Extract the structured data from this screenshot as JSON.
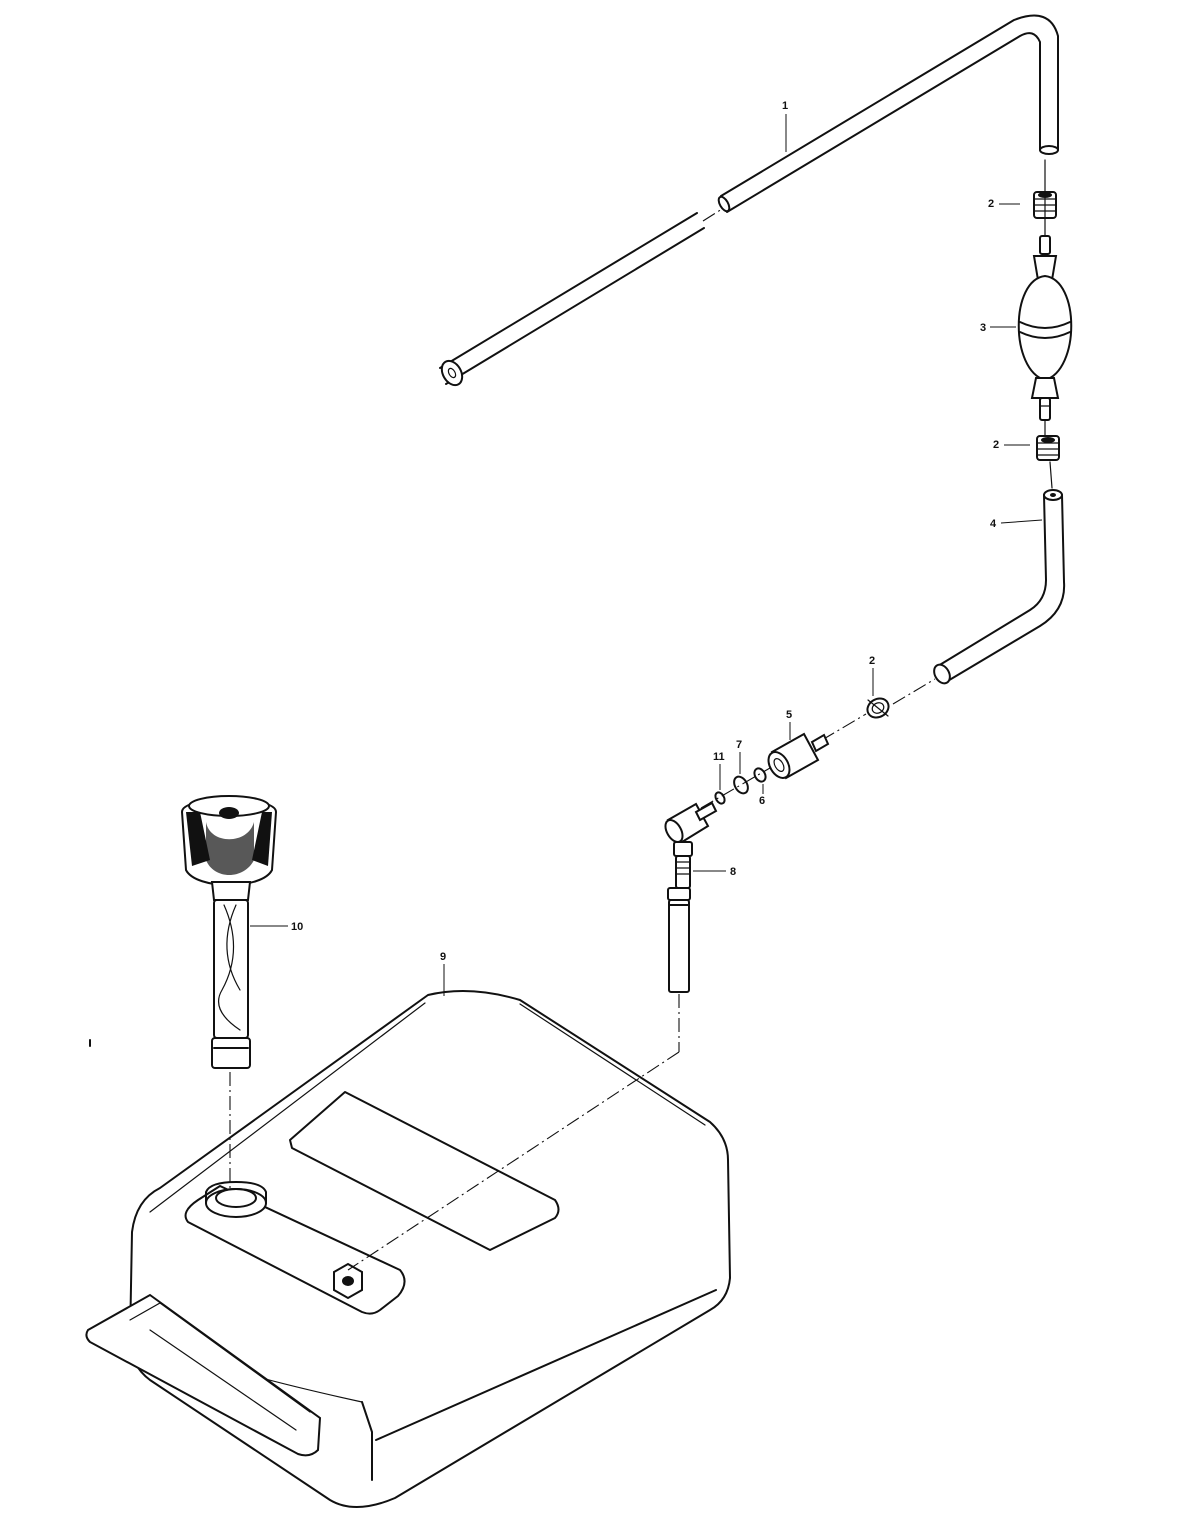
{
  "diagram": {
    "colors": {
      "ink": "#111111",
      "paper": "#ffffff"
    },
    "callouts": {
      "fuel_line_upper": "1",
      "hose_clamp_top": "2",
      "primer_bulb": "3",
      "hose_clamp_middle": "2",
      "fuel_line_lower": "4",
      "hose_clamp_bottom": "2",
      "connector": "5",
      "o_ring_6": "6",
      "o_ring_7": "7",
      "pickup_tube": "8",
      "fuel_tank": "9",
      "fuel_gauge": "10",
      "o_ring_11": "11"
    }
  }
}
